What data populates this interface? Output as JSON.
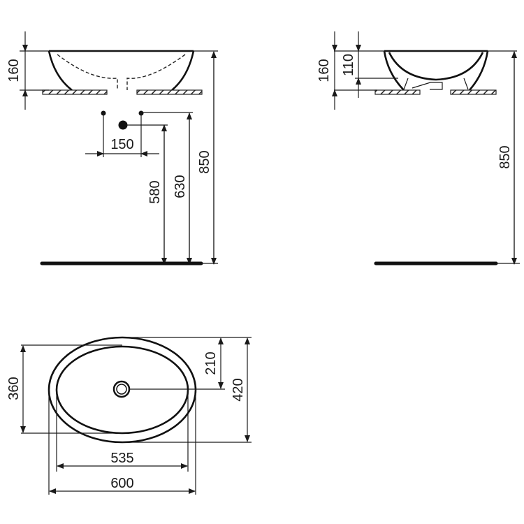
{
  "drawing": {
    "front_view": {
      "dims": {
        "basin_height": "160",
        "tap_spacing": "150",
        "waste_height": "580",
        "tap_height": "630",
        "rim_height": "850"
      }
    },
    "side_view": {
      "dims": {
        "basin_height": "160",
        "bowl_depth": "110",
        "rim_height": "850"
      }
    },
    "plan_view": {
      "dims": {
        "inner_depth": "360",
        "waste_offset": "210",
        "outer_depth": "420",
        "inner_width": "535",
        "outer_width": "600"
      }
    }
  },
  "colors": {
    "line": "#1a1a1a",
    "background": "#ffffff"
  }
}
